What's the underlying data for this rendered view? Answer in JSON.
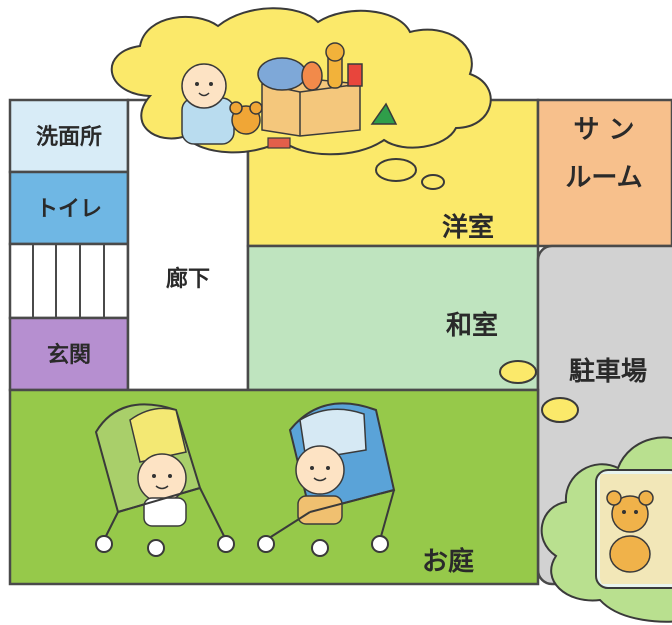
{
  "rooms": {
    "washroom": "洗面所",
    "toilet": "トイレ",
    "entrance": "玄関",
    "hallway": "廊下",
    "western_room": "洋室",
    "japanese_room": "和室",
    "sunroom_line1": "サ ン",
    "sunroom_line2": "ルーム",
    "parking": "駐車場",
    "garden": "お庭"
  },
  "colors": {
    "washroom": "#d8ecf7",
    "toilet": "#6fb7e4",
    "entrance": "#b68fd0",
    "hallway": "#ffffff",
    "western_room": "#fbe96a",
    "japanese_room": "#bfe4bf",
    "sunroom": "#f7c08c",
    "parking": "#d2d2d2",
    "garden": "#96c94a",
    "thought_cloud_top": "#fbe96a",
    "thought_cloud_right": "#b9e08f"
  },
  "illustrations": [
    "baby-with-toys-icon",
    "baby-stroller-icon",
    "baby-stroller-icon",
    "teddy-bear-tv-icon"
  ]
}
